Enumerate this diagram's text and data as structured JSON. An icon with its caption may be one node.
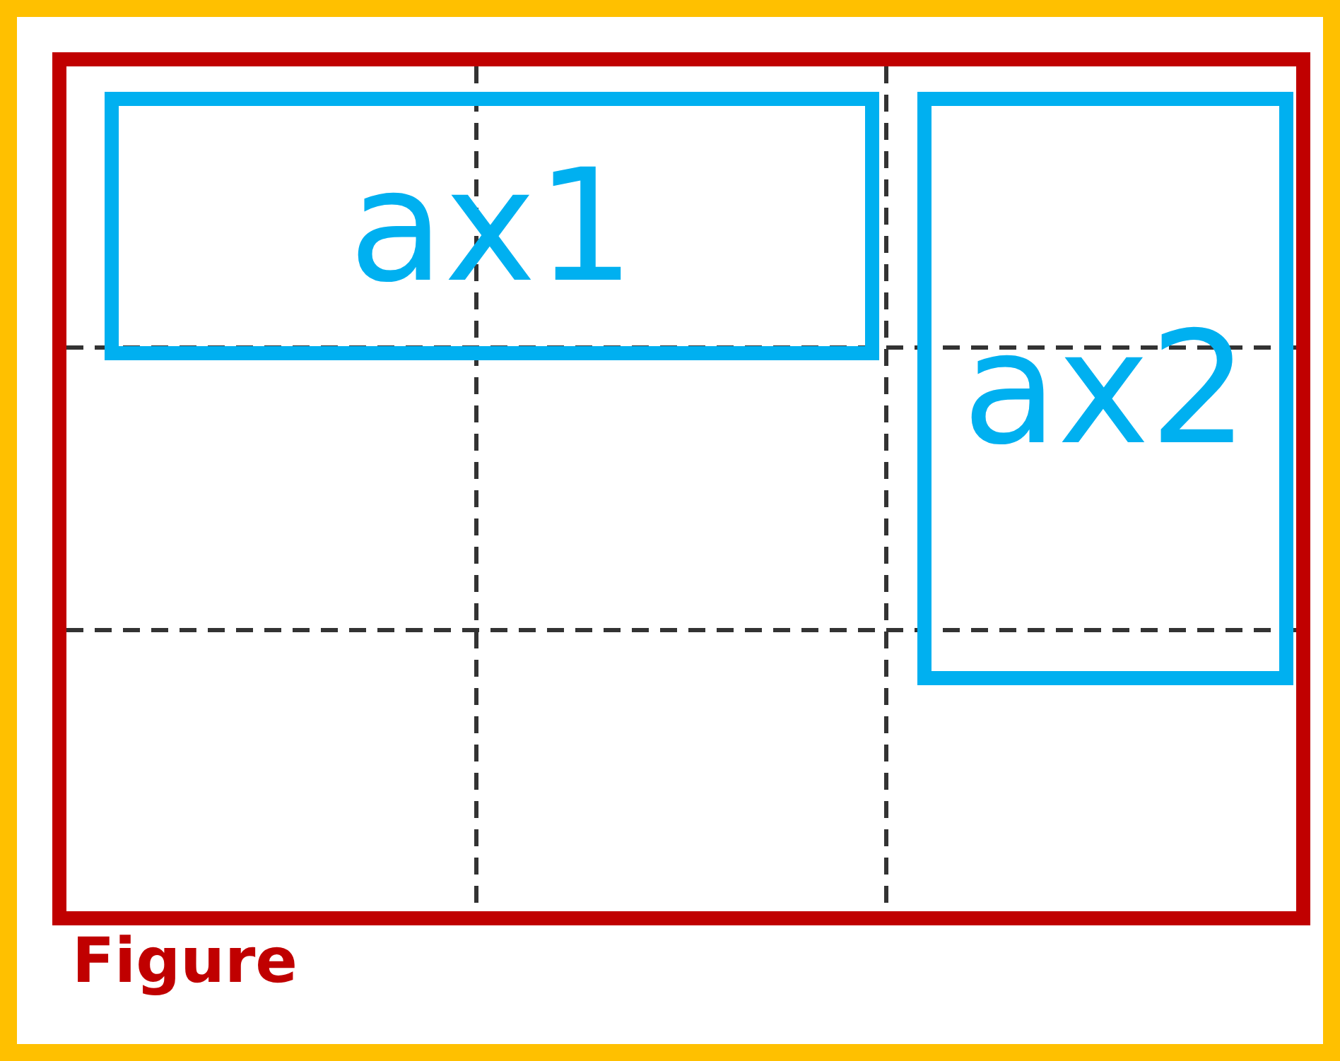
{
  "diagram": {
    "nodes": [
      {
        "text": [],
        "shape": "box"
      },
      {
        "text": [
          "Figure"
        ],
        "in": 0
      },
      {
        "text": [
          "ax1"
        ],
        "in": 1
      },
      {
        "text": [
          "ax2"
        ],
        "in": 1
      }
    ]
  }
}
